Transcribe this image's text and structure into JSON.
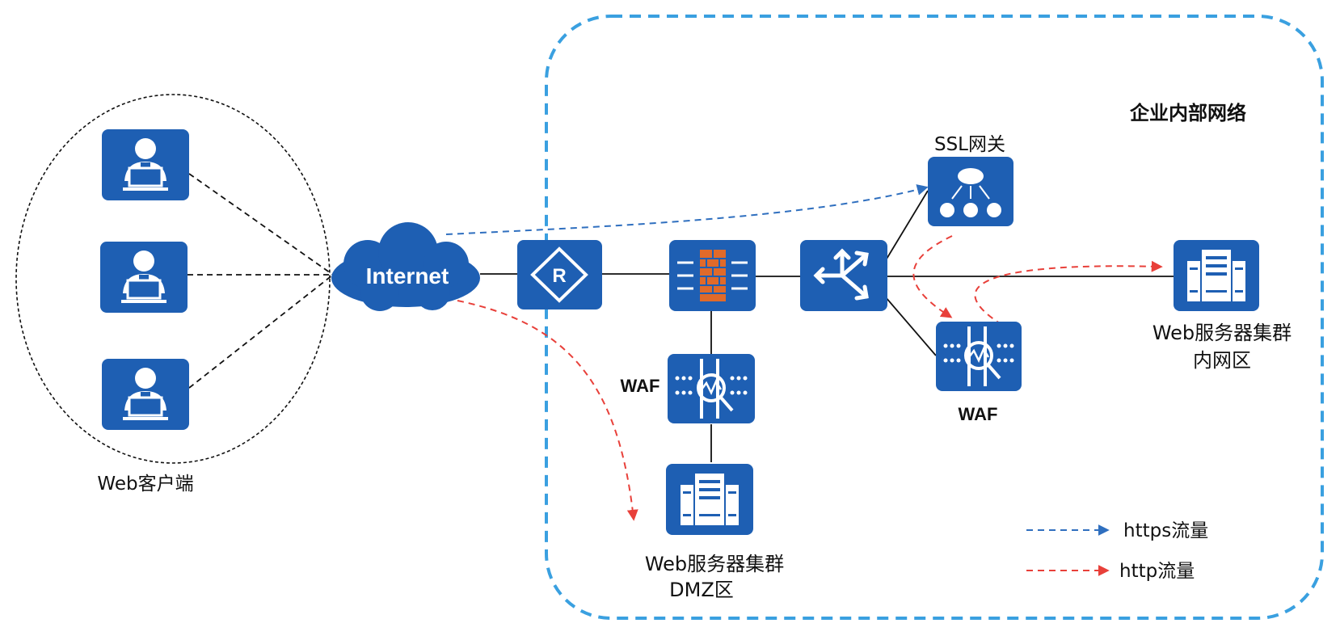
{
  "colors": {
    "device_blue": "#1e5fb3",
    "zone_border": "#3aa0e0",
    "https_line": "#2f6fbf",
    "http_line": "#e8403a",
    "solid_line": "#111111",
    "client_ellipse": "#111111",
    "firewall_brick": "#e06a2a"
  },
  "labels": {
    "zone_title": "企业内部网络",
    "internet": "Internet",
    "clients": "Web客户端",
    "ssl_gateway": "SSL网关",
    "waf_dmz": "WAF",
    "waf_internal": "WAF",
    "dmz_servers_line1": "Web服务器集群",
    "dmz_servers_line2": "DMZ区",
    "internal_servers_line1": "Web服务器集群",
    "internal_servers_line2": "内网区"
  },
  "legend": [
    {
      "label": "https流量",
      "style": "https"
    },
    {
      "label": "http流量",
      "style": "http"
    }
  ],
  "icons": {
    "client": "user-laptop-icon",
    "internet": "cloud-icon",
    "router": "router-icon",
    "firewall": "firewall-icon",
    "switch": "switch-icon",
    "ssl": "ssl-gateway-icon",
    "waf": "waf-icon",
    "server": "server-cluster-icon"
  }
}
